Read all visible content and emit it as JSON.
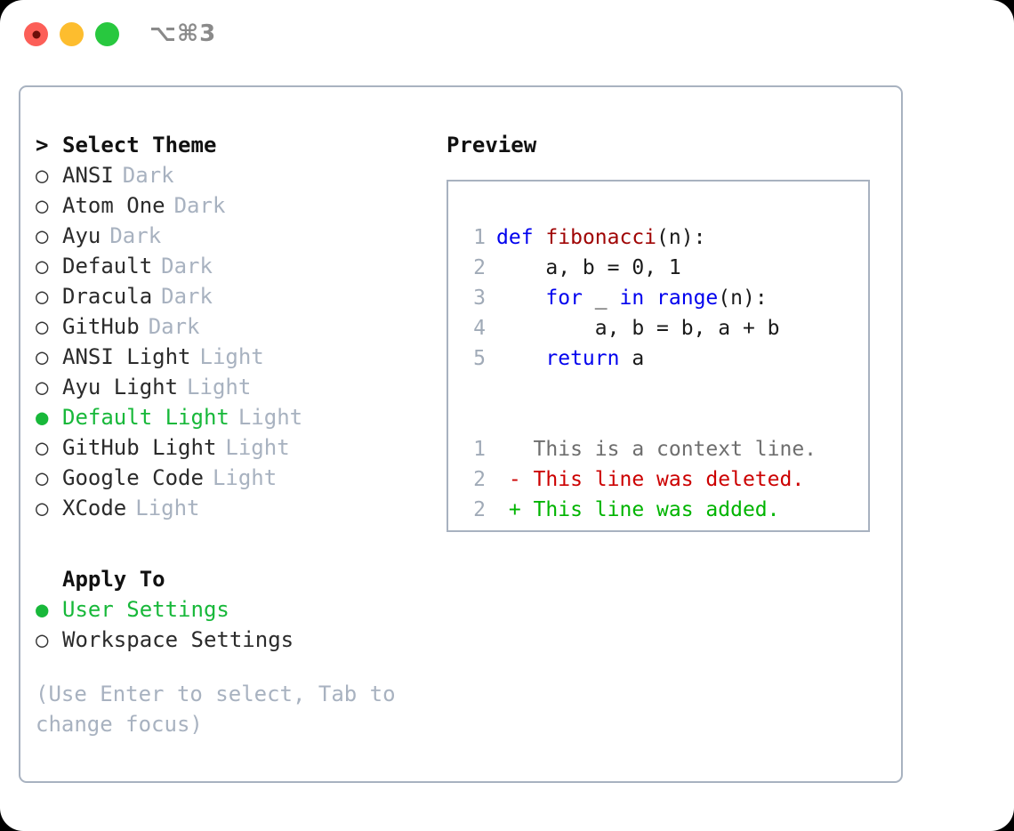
{
  "window": {
    "shortcut_label": "⌥⌘3",
    "traffic_lights": [
      {
        "name": "close",
        "color": "#fc5f58"
      },
      {
        "name": "minimize",
        "color": "#fdbd2e"
      },
      {
        "name": "maximize",
        "color": "#28c83f"
      }
    ]
  },
  "theme_picker": {
    "header_marker": ">",
    "header_label": "Select Theme",
    "selected_marker": "●",
    "unselected_marker": "○",
    "accent_color": "#18b83a",
    "muted_color": "#a8b2c0",
    "items": [
      {
        "name": "ANSI",
        "tag": "Dark",
        "selected": false
      },
      {
        "name": "Atom One",
        "tag": "Dark",
        "selected": false
      },
      {
        "name": "Ayu",
        "tag": "Dark",
        "selected": false
      },
      {
        "name": "Default",
        "tag": "Dark",
        "selected": false
      },
      {
        "name": "Dracula",
        "tag": "Dark",
        "selected": false
      },
      {
        "name": "GitHub",
        "tag": "Dark",
        "selected": false
      },
      {
        "name": "ANSI Light",
        "tag": "Light",
        "selected": false
      },
      {
        "name": "Ayu Light",
        "tag": "Light",
        "selected": false
      },
      {
        "name": "Default Light",
        "tag": "Light",
        "selected": true
      },
      {
        "name": "GitHub Light",
        "tag": "Light",
        "selected": false
      },
      {
        "name": "Google Code",
        "tag": "Light",
        "selected": false
      },
      {
        "name": "XCode",
        "tag": "Light",
        "selected": false
      }
    ]
  },
  "apply_to": {
    "header_label": "Apply To",
    "options": [
      {
        "label": "User Settings",
        "selected": true
      },
      {
        "label": "Workspace Settings",
        "selected": false
      }
    ]
  },
  "hint": {
    "line1": "(Use Enter to select, Tab to",
    "line2": "change focus)"
  },
  "preview": {
    "title": "Preview",
    "code_lines": [
      {
        "no": "1",
        "tokens": [
          {
            "t": "def",
            "c": "kw"
          },
          {
            "t": " ",
            "c": "plain"
          },
          {
            "t": "fibonacci",
            "c": "fn"
          },
          {
            "t": "(n):",
            "c": "plain"
          }
        ]
      },
      {
        "no": "2",
        "tokens": [
          {
            "t": "    a, b = 0, 1",
            "c": "plain"
          }
        ]
      },
      {
        "no": "3",
        "tokens": [
          {
            "t": "    ",
            "c": "plain"
          },
          {
            "t": "for",
            "c": "kw"
          },
          {
            "t": " _ ",
            "c": "plain"
          },
          {
            "t": "in",
            "c": "kw"
          },
          {
            "t": " ",
            "c": "plain"
          },
          {
            "t": "range",
            "c": "kw"
          },
          {
            "t": "(n):",
            "c": "plain"
          }
        ]
      },
      {
        "no": "4",
        "tokens": [
          {
            "t": "        a, b = b, a + b",
            "c": "plain"
          }
        ]
      },
      {
        "no": "5",
        "tokens": [
          {
            "t": "    ",
            "c": "plain"
          },
          {
            "t": "return",
            "c": "kw"
          },
          {
            "t": " a",
            "c": "plain"
          }
        ]
      }
    ],
    "diff_lines": [
      {
        "no": "1",
        "sign": " ",
        "text": "This is a context line.",
        "kind": "ctx"
      },
      {
        "no": "2",
        "sign": "-",
        "text": "This line was deleted.",
        "kind": "del"
      },
      {
        "no": "2",
        "sign": "+",
        "text": "This line was added.",
        "kind": "add"
      }
    ]
  }
}
